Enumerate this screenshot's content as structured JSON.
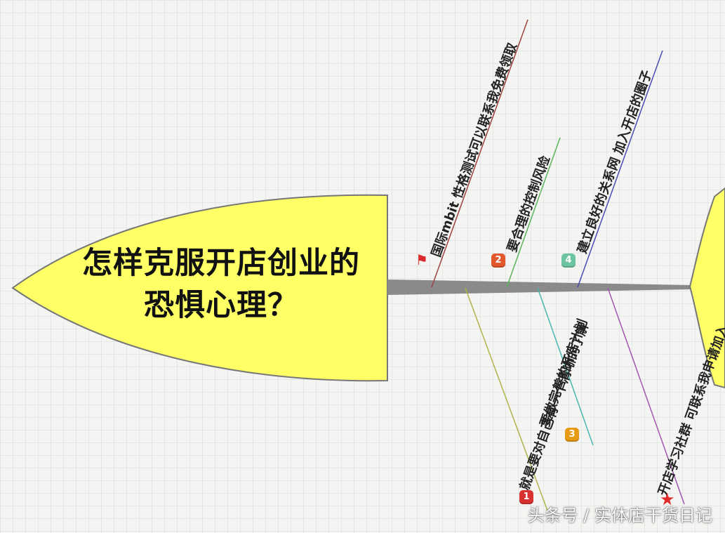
{
  "central_topic": {
    "line1": "怎样克服开店创业的",
    "line2": "恐惧心理？",
    "color": "#ffff66"
  },
  "branches": [
    {
      "id": "b-flag",
      "label": "国际mbit 性格测试可以联系我免费领取",
      "marker": "flag-icon",
      "line_color": "#a0413f"
    },
    {
      "id": "b-2",
      "label": "要合理的控制风险",
      "marker": "priority-2",
      "marker_text": "2",
      "marker_color": "#e2572b",
      "line_color": "#5bb35b"
    },
    {
      "id": "b-4",
      "label": "建立良好的关系网 加入开店的圈子",
      "marker": "priority-4",
      "marker_text": "4",
      "marker_color": "#6cc5a0",
      "line_color": "#4a4ab4"
    },
    {
      "id": "b-1",
      "label": "就是要对自己有一个清晰的了解",
      "marker": "priority-1",
      "marker_text": "1",
      "marker_color": "#d93030",
      "line_color": "#b0b24a"
    },
    {
      "id": "b-3",
      "label": "要做完善的开店计划",
      "marker": "priority-3",
      "marker_text": "3",
      "marker_color": "#e79a16",
      "line_color": "#4ab6b0"
    },
    {
      "id": "b-star",
      "label": "开店学习社群 可联系我申请加入",
      "marker": "star-icon",
      "line_color": "#a056b0"
    }
  ],
  "watermark": "头条号 / 实体店干货日记"
}
